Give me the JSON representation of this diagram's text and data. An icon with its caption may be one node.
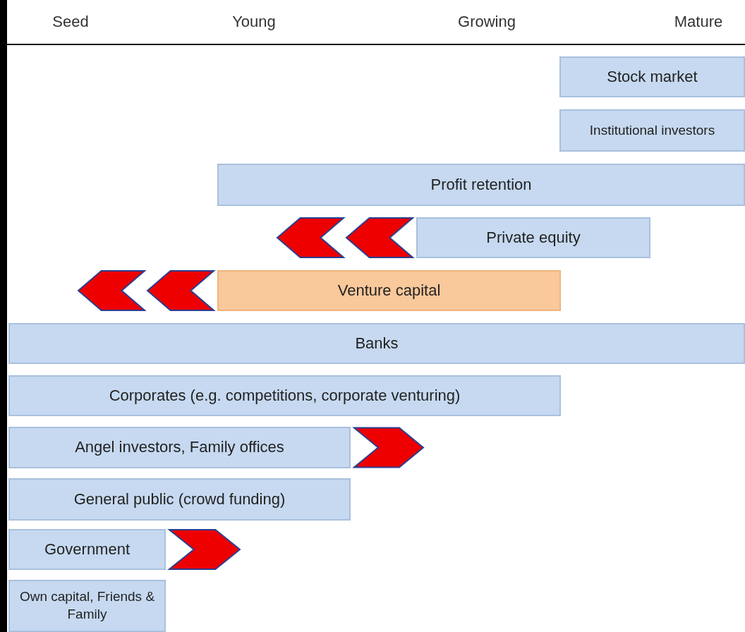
{
  "diagram": {
    "nodes": [
      {
        "text": [
          "Stock market"
        ]
      },
      {
        "text": [
          "Institutional investors"
        ]
      },
      {
        "text": [
          "Profit retention"
        ]
      },
      {
        "text": [
          "Private equity"
        ]
      },
      {
        "text": [
          "Venture capital"
        ]
      },
      {
        "text": [
          "Banks"
        ]
      },
      {
        "text": [
          "Corporates (e.g. competitions, corporate venturing)"
        ]
      },
      {
        "text": [
          "Angel investors, Family offices"
        ]
      },
      {
        "text": [
          "General public (crowd funding)"
        ]
      },
      {
        "text": [
          "Government"
        ]
      },
      {
        "text": [
          "Own capital, Friends & Family"
        ]
      }
    ],
    "edges": [
      {
        "from": 3,
        "to": null,
        "arrow": "to"
      },
      {
        "from": 4,
        "to": null,
        "arrow": "to"
      },
      {
        "from": 7,
        "to": null,
        "arrow": "to"
      },
      {
        "from": 9,
        "to": null,
        "arrow": "to"
      }
    ],
    "labels": [
      "Seed",
      "Young",
      "Growing",
      "Mature"
    ]
  }
}
